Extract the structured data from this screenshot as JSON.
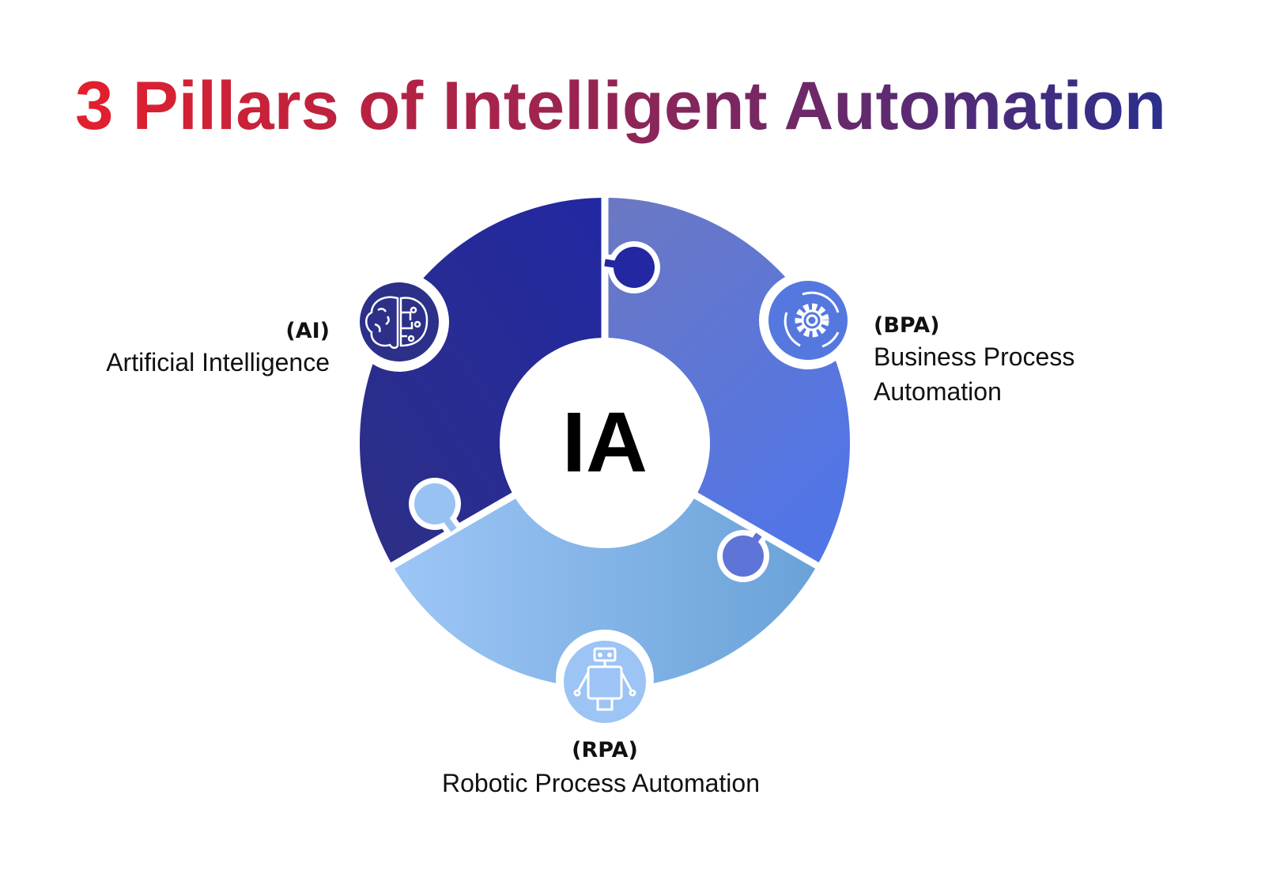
{
  "title": "3 Pillars of Intelligent Automation",
  "center_label": "IA",
  "pillars": [
    {
      "abbr": "(AI)",
      "name_lines": [
        "Artificial Intelligence"
      ],
      "icon": "brain-circuit-icon"
    },
    {
      "abbr": "(BPA)",
      "name_lines": [
        "Business Process",
        "Automation"
      ],
      "icon": "gear-cycle-icon"
    },
    {
      "abbr": "(RPA)",
      "name_lines": [
        "Robotic Process Automation"
      ],
      "icon": "robot-icon"
    }
  ],
  "colors": {
    "title_start": "#e3202d",
    "title_end": "#2a2f8c",
    "ai": "#282e8e",
    "bpa": "#5c74d8",
    "rpa": "#86b4e8"
  }
}
